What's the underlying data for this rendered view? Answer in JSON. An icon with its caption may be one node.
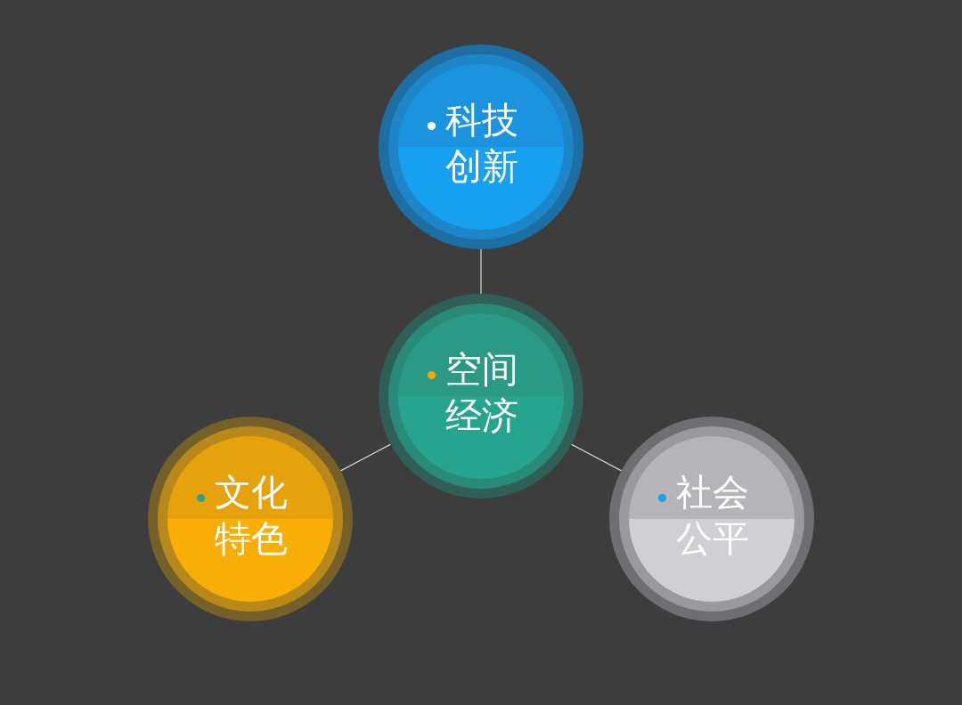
{
  "diagram": {
    "nodes": [
      {
        "text": [
          "科技创新"
        ]
      },
      {
        "text": [
          "空间经济"
        ]
      },
      {
        "text": [
          "文化特色"
        ]
      },
      {
        "text": [
          "社会公平"
        ]
      }
    ],
    "edges": [
      {
        "from": 1,
        "to": 0,
        "arrow": "none"
      },
      {
        "from": 1,
        "to": 2,
        "arrow": "none"
      },
      {
        "from": 1,
        "to": 3,
        "arrow": "none"
      }
    ]
  }
}
